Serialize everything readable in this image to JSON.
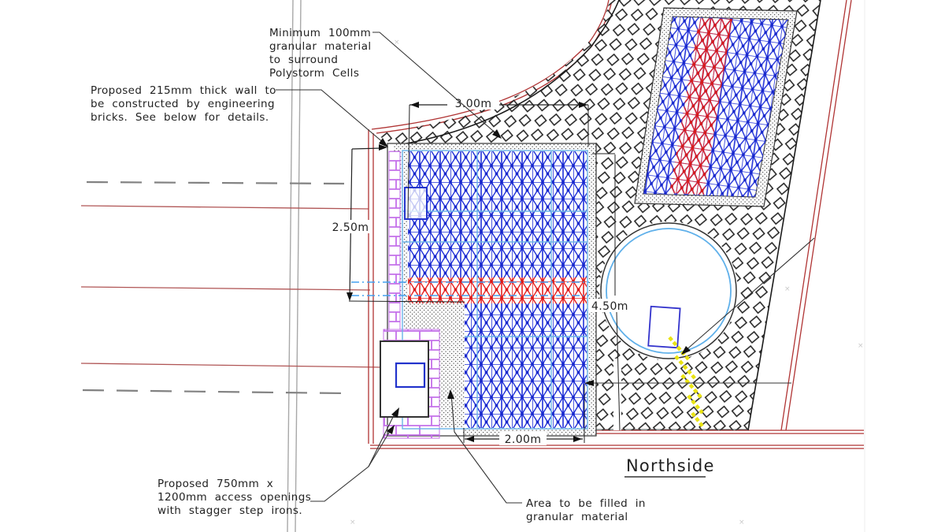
{
  "drawing": {
    "region_label": "Northside",
    "notes": {
      "granular_surround": [
        "Minimum 100mm",
        "granular material",
        "to surround",
        "Polystorm Cells"
      ],
      "wall": [
        "Proposed 215mm thick wall to",
        "be constructed by engineering",
        "bricks. See below for details."
      ],
      "access": [
        "Proposed 750mm x",
        "1200mm access openings",
        "with stagger step irons."
      ],
      "infill": [
        "Area to be filled in",
        "granular material"
      ]
    },
    "dimensions": {
      "width_top": "3.00m",
      "height_left": "2.50m",
      "depth_right": "4.50m",
      "width_bottom": "2.00m"
    },
    "colors": {
      "cells_blue": "#2030d8",
      "cells_red": "#e62222",
      "wall_brick": "#c470ea",
      "boundary_red": "#b03434",
      "site_line_red": "#b05555",
      "accent_cyan": "#6ab4e8",
      "level_line_blue": "#44a0f0",
      "marker_yellow": "#e9e312",
      "paving_black": "#1c1c1c"
    }
  }
}
